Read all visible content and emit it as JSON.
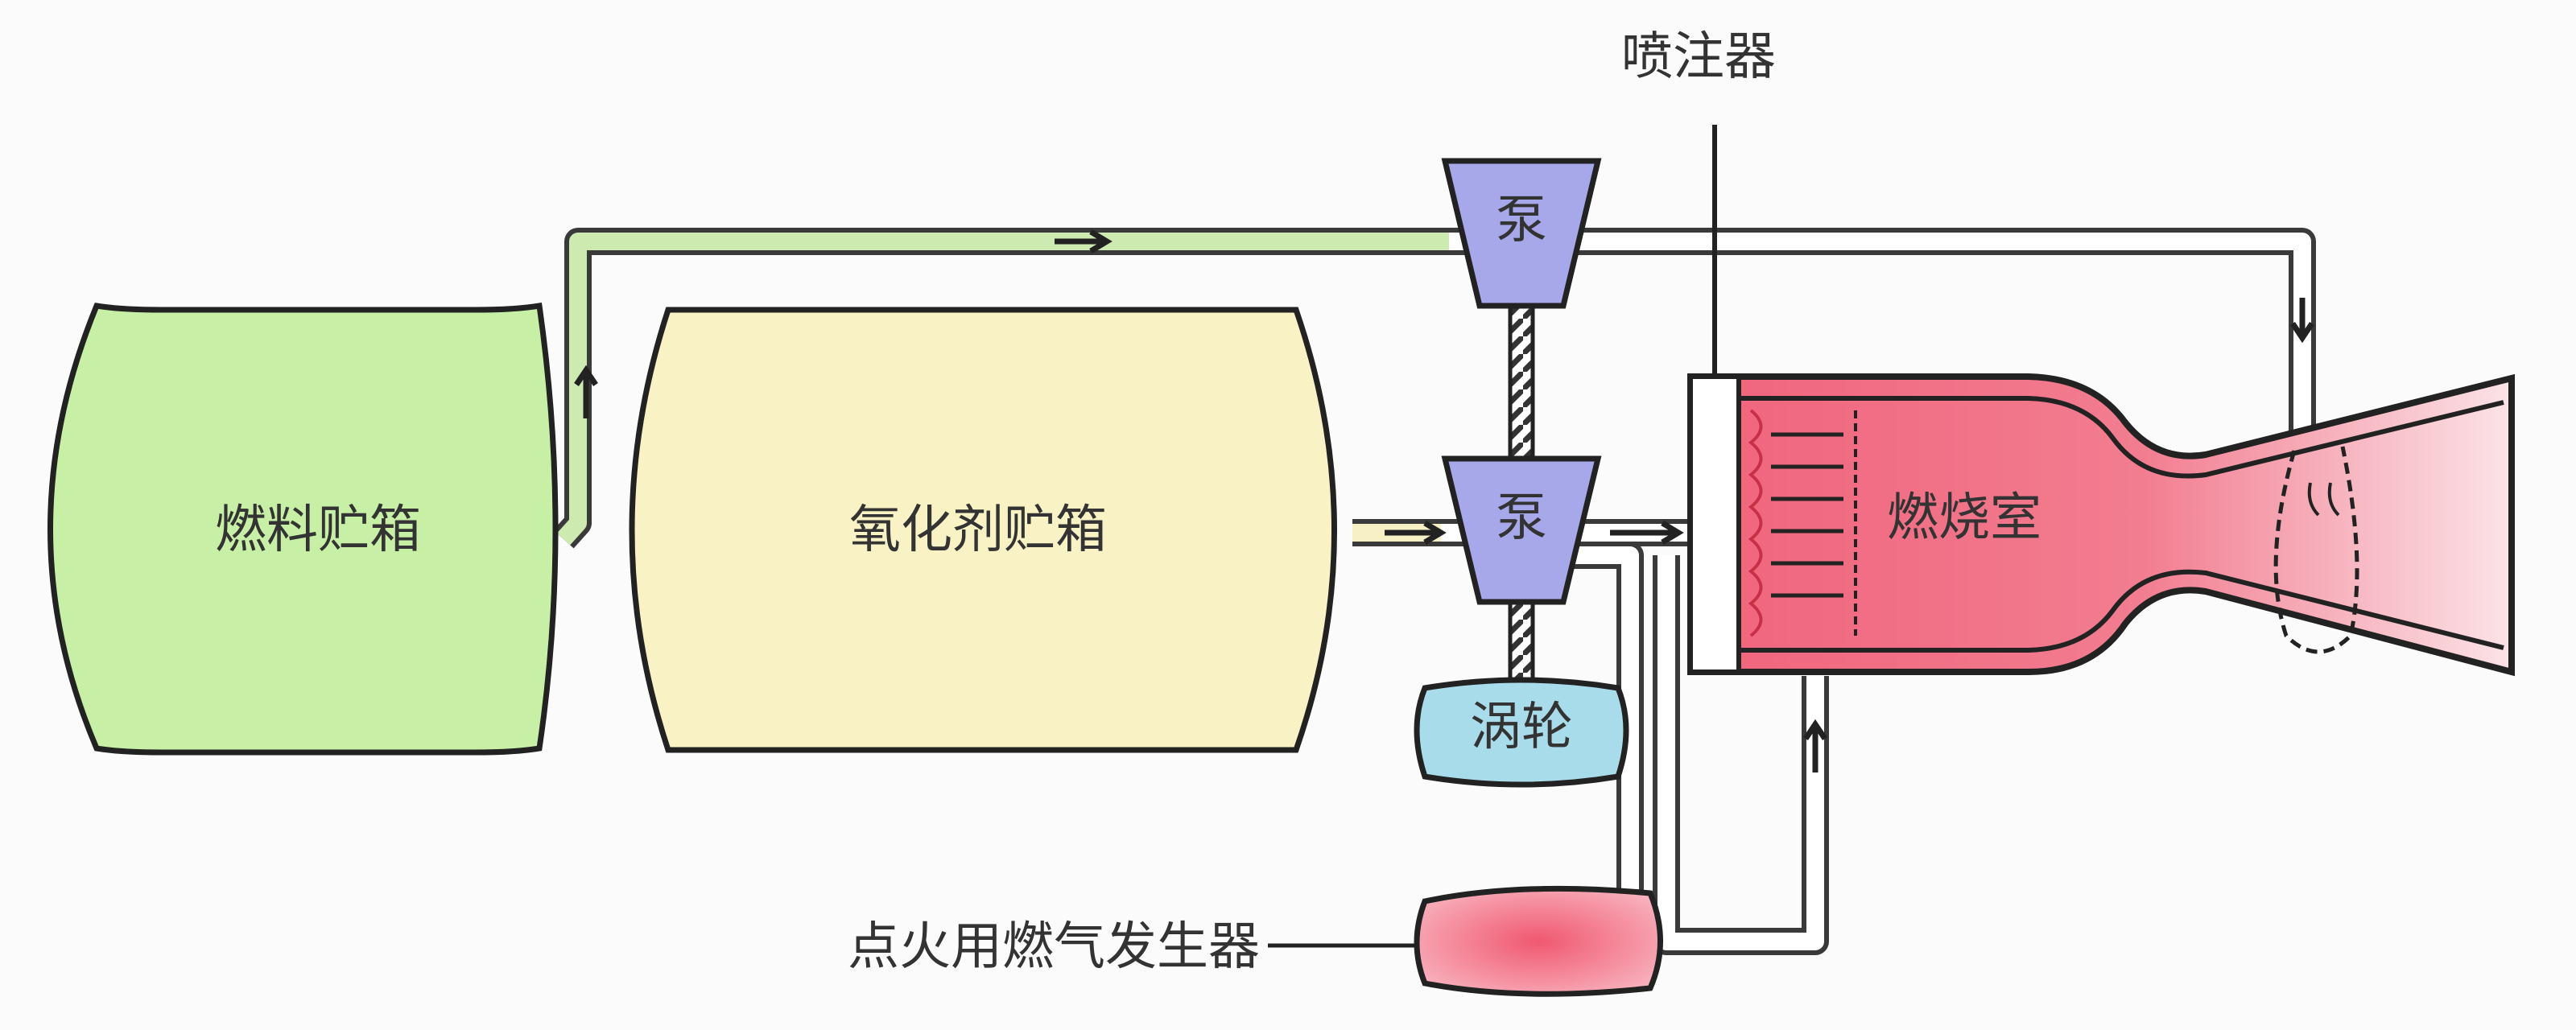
{
  "labels": {
    "fuel_tank": "燃料贮箱",
    "oxidizer_tank": "氧化剂贮箱",
    "pump_top": "泵",
    "pump_bottom": "泵",
    "turbine": "涡轮",
    "combustion_chamber": "燃烧室",
    "injector": "喷注器",
    "gas_generator": "点火用燃气发生器"
  },
  "colors": {
    "fuel_tank": "#c7f0a6",
    "oxidizer_tank": "#f8f2c4",
    "pump": "#a7a8e9",
    "turbine": "#a9dcea",
    "chamber": "#f06a80",
    "gas_generator": "#f07a8a"
  }
}
